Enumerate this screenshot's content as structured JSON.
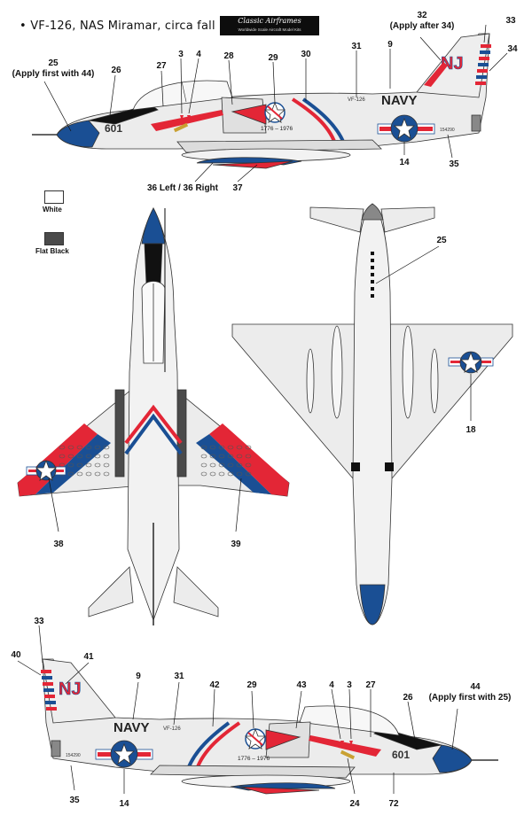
{
  "header": {
    "title": "VF-126, NAS Miramar, circa fall 1976",
    "logo_line1": "Classic Airframes",
    "logo_line2": "Worldwide Scale Aircraft Model Kits"
  },
  "legend": {
    "white_label": "White",
    "flat_black_label": "Flat Black",
    "colors": {
      "white": "#ffffff",
      "flat_black": "#4a4a4a"
    }
  },
  "colors": {
    "blue": "#1a4f94",
    "red": "#e32636",
    "gray_fill": "#e9e9e9",
    "outline": "#333333"
  },
  "markings": {
    "nickname": "NAVY",
    "modex": "601",
    "tail_code": "NJ",
    "bicentennial": "1776 – 1976",
    "squadron": "VF-126",
    "buno": "154290"
  },
  "callouts_top": [
    {
      "id": "c3",
      "text": "3"
    },
    {
      "id": "c4",
      "text": "4"
    },
    {
      "id": "c9",
      "text": "9"
    },
    {
      "id": "c14",
      "text": "14"
    },
    {
      "id": "c25",
      "text": "25"
    },
    {
      "id": "c25note",
      "text": "(Apply first with 44)"
    },
    {
      "id": "c26",
      "text": "26"
    },
    {
      "id": "c27",
      "text": "27"
    },
    {
      "id": "c28",
      "text": "28"
    },
    {
      "id": "c29",
      "text": "29"
    },
    {
      "id": "c30",
      "text": "30"
    },
    {
      "id": "c31",
      "text": "31"
    },
    {
      "id": "c32",
      "text": "32"
    },
    {
      "id": "c32note",
      "text": "(Apply after 34)"
    },
    {
      "id": "c33",
      "text": "33"
    },
    {
      "id": "c34",
      "text": "34"
    },
    {
      "id": "c35",
      "text": "35"
    },
    {
      "id": "c36",
      "text": "36 Left / 36 Right"
    },
    {
      "id": "c37",
      "text": "37"
    }
  ],
  "callouts_plan": [
    {
      "id": "p25",
      "text": "25"
    },
    {
      "id": "p18",
      "text": "18"
    },
    {
      "id": "p38",
      "text": "38"
    },
    {
      "id": "p39",
      "text": "39"
    }
  ],
  "callouts_bottom": [
    {
      "id": "b33",
      "text": "33"
    },
    {
      "id": "b40",
      "text": "40"
    },
    {
      "id": "b41",
      "text": "41"
    },
    {
      "id": "b9",
      "text": "9"
    },
    {
      "id": "b31",
      "text": "31"
    },
    {
      "id": "b42",
      "text": "42"
    },
    {
      "id": "b29",
      "text": "29"
    },
    {
      "id": "b43",
      "text": "43"
    },
    {
      "id": "b4",
      "text": "4"
    },
    {
      "id": "b3",
      "text": "3"
    },
    {
      "id": "b27",
      "text": "27"
    },
    {
      "id": "b26",
      "text": "26"
    },
    {
      "id": "b44",
      "text": "44"
    },
    {
      "id": "b44note",
      "text": "(Apply first with 25)"
    },
    {
      "id": "b35",
      "text": "35"
    },
    {
      "id": "b14",
      "text": "14"
    },
    {
      "id": "b24",
      "text": "24"
    },
    {
      "id": "b72",
      "text": "72"
    }
  ]
}
